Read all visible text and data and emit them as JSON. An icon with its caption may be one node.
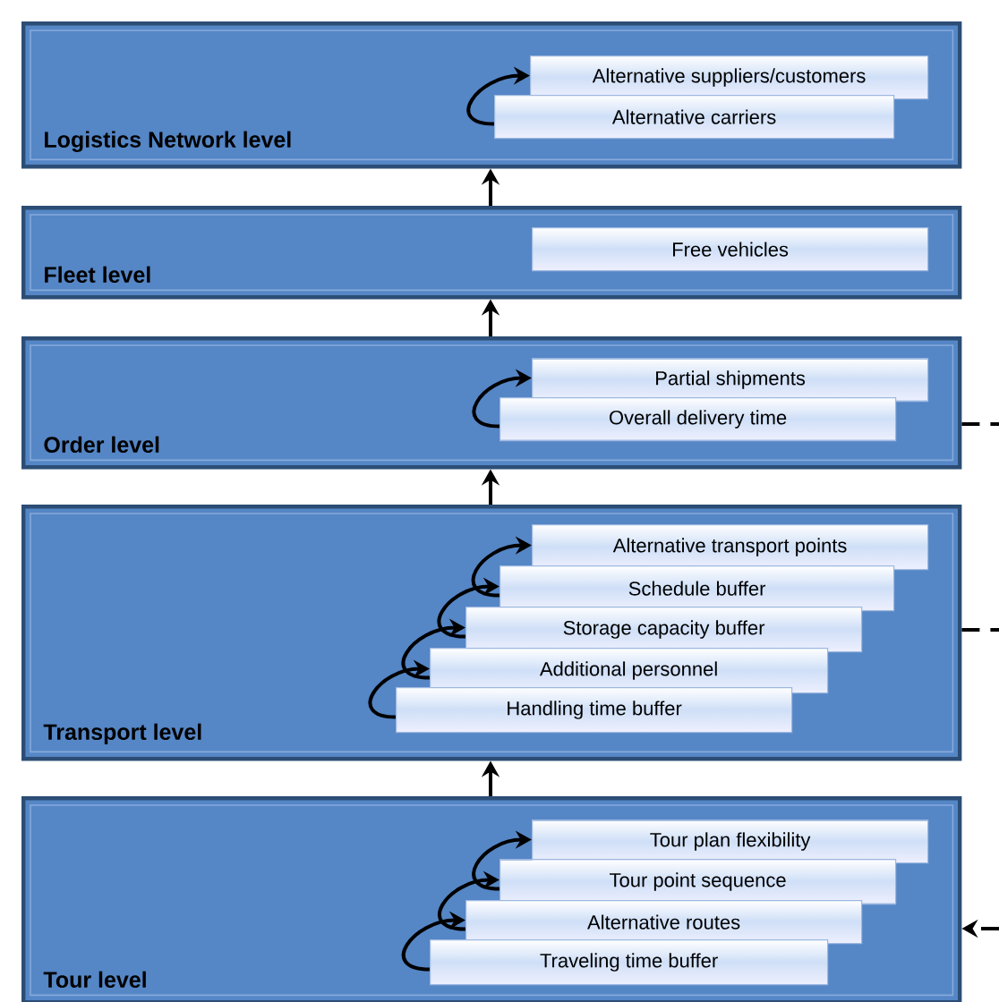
{
  "diagram": {
    "nodes": [
      {
        "text": [
          "Logistics Network level"
        ]
      },
      {
        "text": [
          "Alternative suppliers/customers"
        ],
        "in": 0
      },
      {
        "text": [
          "Alternative carriers"
        ],
        "in": 0
      },
      {
        "text": [
          "Fleet level"
        ]
      },
      {
        "text": [
          "Free vehicles"
        ],
        "in": 3
      },
      {
        "text": [
          "Order level"
        ]
      },
      {
        "text": [
          "Partial shipments"
        ],
        "in": 5
      },
      {
        "text": [
          "Overall delivery time"
        ],
        "in": 5
      },
      {
        "text": [
          "Transport level"
        ]
      },
      {
        "text": [
          "Alternative transport points"
        ],
        "in": 8
      },
      {
        "text": [
          "Schedule buffer"
        ],
        "in": 8
      },
      {
        "text": [
          "Storage capacity buffer"
        ],
        "in": 8
      },
      {
        "text": [
          "Additional personnel"
        ],
        "in": 8
      },
      {
        "text": [
          "Handling time buffer"
        ],
        "in": 8
      },
      {
        "text": [
          "Tour level"
        ]
      },
      {
        "text": [
          "Tour plan flexibility"
        ],
        "in": 14
      },
      {
        "text": [
          "Tour point sequence"
        ],
        "in": 14
      },
      {
        "text": [
          "Alternative routes"
        ],
        "in": 14
      },
      {
        "text": [
          "Traveling time buffer"
        ],
        "in": 14
      }
    ],
    "edges": [
      {
        "from": 3,
        "to": 0,
        "arrow": "to"
      },
      {
        "from": 5,
        "to": 3,
        "arrow": "to"
      },
      {
        "from": 8,
        "to": 5,
        "arrow": "to"
      },
      {
        "from": 14,
        "to": 8,
        "arrow": "to"
      },
      {
        "from": 2,
        "to": 1,
        "arrow": "to"
      },
      {
        "from": 7,
        "to": 6,
        "arrow": "to"
      },
      {
        "from": 13,
        "to": 12,
        "arrow": "to"
      },
      {
        "from": 12,
        "to": 11,
        "arrow": "to"
      },
      {
        "from": 11,
        "to": 10,
        "arrow": "to"
      },
      {
        "from": 10,
        "to": 9,
        "arrow": "to"
      },
      {
        "from": 18,
        "to": 17,
        "arrow": "to"
      },
      {
        "from": 17,
        "to": 16,
        "arrow": "to"
      },
      {
        "from": 16,
        "to": 15,
        "arrow": "to"
      },
      {
        "from": 5,
        "to": null,
        "arrow": "none",
        "style": "dashed"
      },
      {
        "from": 8,
        "to": null,
        "arrow": "none",
        "style": "dashed"
      },
      {
        "from": null,
        "to": 14,
        "arrow": "to",
        "style": "dashed"
      }
    ]
  }
}
